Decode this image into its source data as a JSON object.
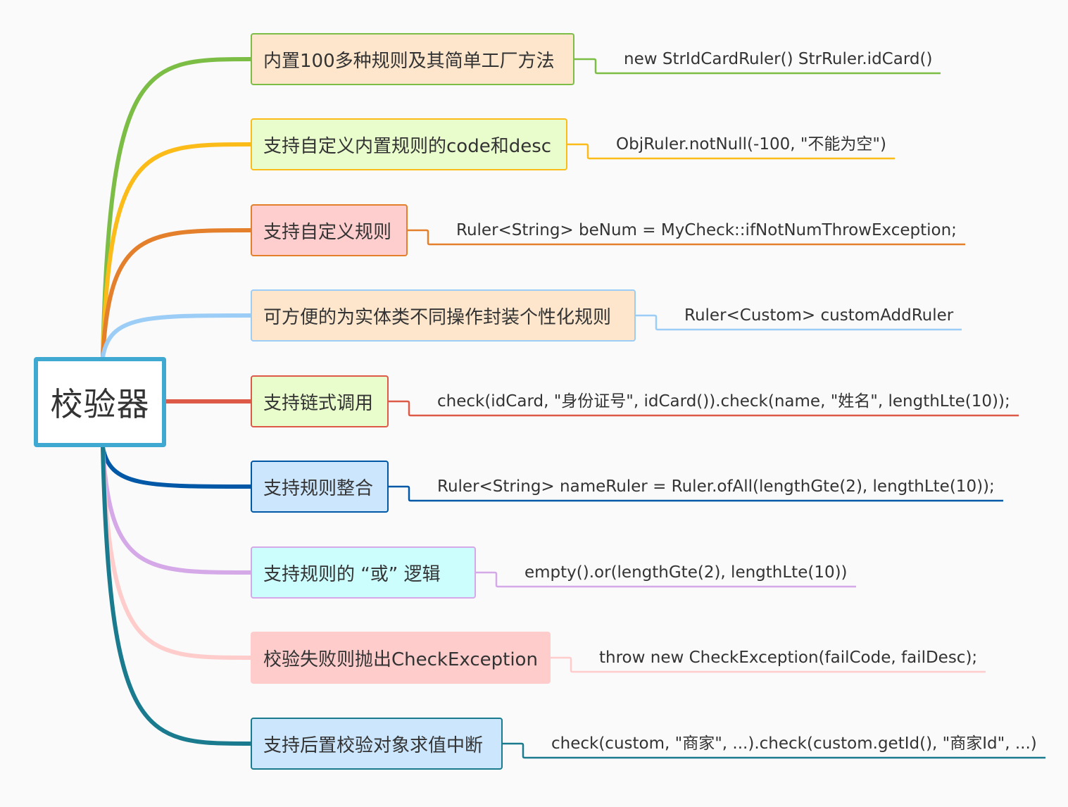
{
  "root": {
    "label": "校验器",
    "border_color": "#3fa9d1"
  },
  "branches": [
    {
      "label": "内置100多种规则及其简单工厂方法",
      "detail": "new StrIdCardRuler()    StrRuler.idCard()",
      "color": "#7cbd45",
      "fill": "#fde6cc",
      "border": "#7cbd45"
    },
    {
      "label": "支持自定义内置规则的code和desc",
      "detail": "ObjRuler.notNull(-100, \"不能为空\")",
      "color": "#fbbc1a",
      "fill": "#e9fccc",
      "border": "#fbbc1a"
    },
    {
      "label": "支持自定义规则",
      "detail": "Ruler<String> beNum = MyCheck::ifNotNumThrowException;",
      "color": "#e4802c",
      "fill": "#fecdcd",
      "border": "#e4802c"
    },
    {
      "label": "可方便的为实体类不同操作封装个性化规则",
      "detail": "Ruler<Custom> customAddRuler",
      "color": "#9bcdf7",
      "fill": "#fde6cc",
      "border": "#9bcdf7"
    },
    {
      "label": "支持链式调用",
      "detail": "check(idCard, \"身份证号\", idCard()).check(name, \"姓名\", lengthLte(10));",
      "color": "#de5a48",
      "fill": "#e9fccc",
      "border": "#de5a48"
    },
    {
      "label": "支持规则整合",
      "detail": "Ruler<String> nameRuler = Ruler.ofAll(lengthGte(2), lengthLte(10));",
      "color": "#0058a6",
      "fill": "#cce6fe",
      "border": "#0058a6"
    },
    {
      "label": "支持规则的 “或” 逻辑",
      "detail": "empty().or(lengthGte(2), lengthLte(10))",
      "color": "#d5a8e8",
      "fill": "#ccfefe",
      "border": "#d5a8e8"
    },
    {
      "label": "校验失败则抛出CheckException",
      "detail": "throw new CheckException(failCode, failDesc);",
      "color": "#ffcccc",
      "fill": "#ffcccc",
      "border": "#ffcccc"
    },
    {
      "label": "支持后置校验对象求值中断",
      "detail": "check(custom, \"商家\", ...).check(custom.getId(), \"商家Id\", ...)",
      "color": "#1a7b8e",
      "fill": "#cce6fe",
      "border": "#1a7b8e"
    }
  ]
}
